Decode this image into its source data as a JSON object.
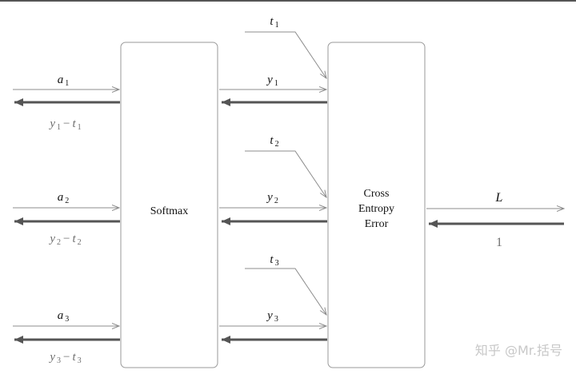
{
  "diagram": {
    "softmax_box": {
      "label": "Softmax"
    },
    "cross_entropy_box": {
      "lines": [
        "Cross",
        "Entropy",
        "Error"
      ]
    },
    "inputs": [
      {
        "var": "a",
        "sub": "1",
        "grad_var": "y",
        "grad_sub": "1",
        "grad_minus": "−",
        "grad_var2": "t",
        "grad_sub2": "1"
      },
      {
        "var": "a",
        "sub": "2",
        "grad_var": "y",
        "grad_sub": "2",
        "grad_minus": "−",
        "grad_var2": "t",
        "grad_sub2": "2"
      },
      {
        "var": "a",
        "sub": "3",
        "grad_var": "y",
        "grad_sub": "3",
        "grad_minus": "−",
        "grad_var2": "t",
        "grad_sub2": "3"
      }
    ],
    "outputs": [
      {
        "var": "y",
        "sub": "1"
      },
      {
        "var": "y",
        "sub": "2"
      },
      {
        "var": "y",
        "sub": "3"
      }
    ],
    "targets": [
      {
        "var": "t",
        "sub": "1"
      },
      {
        "var": "t",
        "sub": "2"
      },
      {
        "var": "t",
        "sub": "3"
      }
    ],
    "loss": {
      "label": "L",
      "grad": "1"
    }
  },
  "watermark": {
    "text": "知乎 @Mr.括号"
  },
  "colors": {
    "forward": "#8c8c8c",
    "backward": "#555555",
    "box_stroke": "#9a9a9a"
  }
}
